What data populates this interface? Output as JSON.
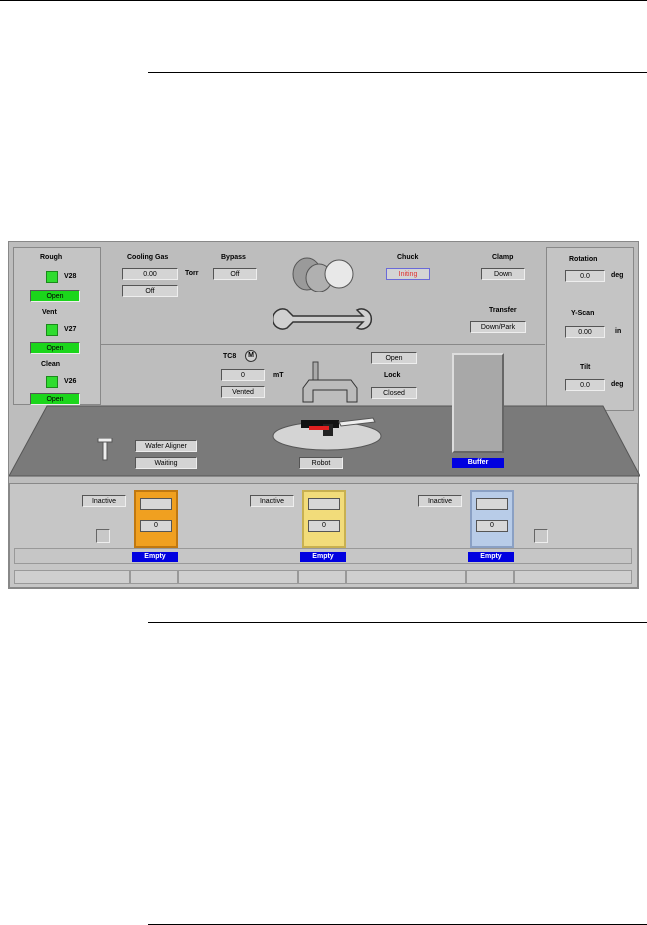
{
  "rough": {
    "title": "Rough",
    "valve": "V28",
    "status": "Open"
  },
  "vent": {
    "title": "Vent",
    "valve": "V27",
    "status": "Open"
  },
  "clean": {
    "title": "Clean",
    "valve": "V26",
    "status": "Open"
  },
  "cooling_gas": {
    "title": "Cooling Gas",
    "value": "0.00",
    "unit": "Torr",
    "state": "Off"
  },
  "bypass": {
    "title": "Bypass",
    "value": "Off"
  },
  "chuck": {
    "title": "Chuck",
    "value": "Initing"
  },
  "clamp": {
    "title": "Clamp",
    "value": "Down"
  },
  "transfer": {
    "title": "Transfer",
    "value": "Down/Park"
  },
  "rotation": {
    "title": "Rotation",
    "value": "0.0",
    "unit": "deg"
  },
  "yscan": {
    "title": "Y-Scan",
    "value": "0.00",
    "unit": "in"
  },
  "tilt": {
    "title": "Tilt",
    "value": "0.0",
    "unit": "deg"
  },
  "tc": {
    "title": "TC8",
    "gauge_letter": "M",
    "value": "0",
    "unit": "mT",
    "state": "Vented"
  },
  "lock": {
    "top": "Open",
    "title": "Lock",
    "bottom": "Closed"
  },
  "aligner": {
    "title": "Wafer Aligner",
    "state": "Waiting"
  },
  "robot": {
    "label": "Robot"
  },
  "buffer": {
    "label": "Buffer"
  },
  "cassettes": [
    {
      "state": "Inactive",
      "count": "0",
      "status": "Empty",
      "color": "#f0a020"
    },
    {
      "state": "Inactive",
      "count": "0",
      "status": "Empty",
      "color": "#f2dc7a"
    },
    {
      "state": "Inactive",
      "count": "0",
      "status": "Empty",
      "color": "#b8cce8"
    }
  ],
  "colors": {
    "panel": "#c4c4c4",
    "floor": "#7a7a7a",
    "green": "#1bd61b",
    "blue": "#0000e0",
    "chuck_text": "#e03030"
  }
}
